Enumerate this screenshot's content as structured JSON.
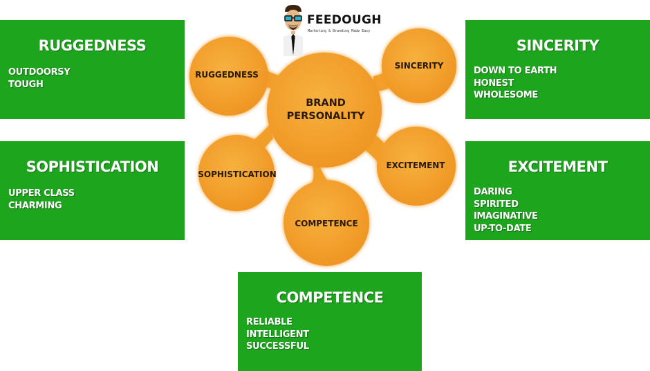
{
  "logo": {
    "name": "FEEDOUGH",
    "tagline": "Marketing & Branding Made Easy"
  },
  "center": {
    "line1": "BRAND",
    "line2": "PERSONALITY"
  },
  "circles": {
    "ruggedness": "RUGGEDNESS",
    "sincerity": "SINCERITY",
    "sophistication": "SOPHISTICATION",
    "excitement": "EXCITEMENT",
    "competence": "COMPETENCE"
  },
  "boxes": {
    "ruggedness": {
      "title": "RUGGEDNESS",
      "traits": [
        "OUTDOORSY",
        "TOUGH"
      ]
    },
    "sophistication": {
      "title": "SOPHISTICATION",
      "traits": [
        "UPPER CLASS",
        "CHARMING"
      ]
    },
    "sincerity": {
      "title": "SINCERITY",
      "traits": [
        "DOWN TO EARTH",
        "HONEST",
        "WHOLESOME"
      ]
    },
    "excitement": {
      "title": "EXCITEMENT",
      "traits": [
        "DARING",
        "SPIRITED",
        "IMAGINATIVE",
        "UP-TO-DATE"
      ]
    },
    "competence": {
      "title": "COMPETENCE",
      "traits": [
        "RELIABLE",
        "INTELLIGENT",
        "SUCCESSFUL"
      ]
    }
  },
  "colors": {
    "box_green": "#1ea51e",
    "orange": "#f29f2a"
  }
}
